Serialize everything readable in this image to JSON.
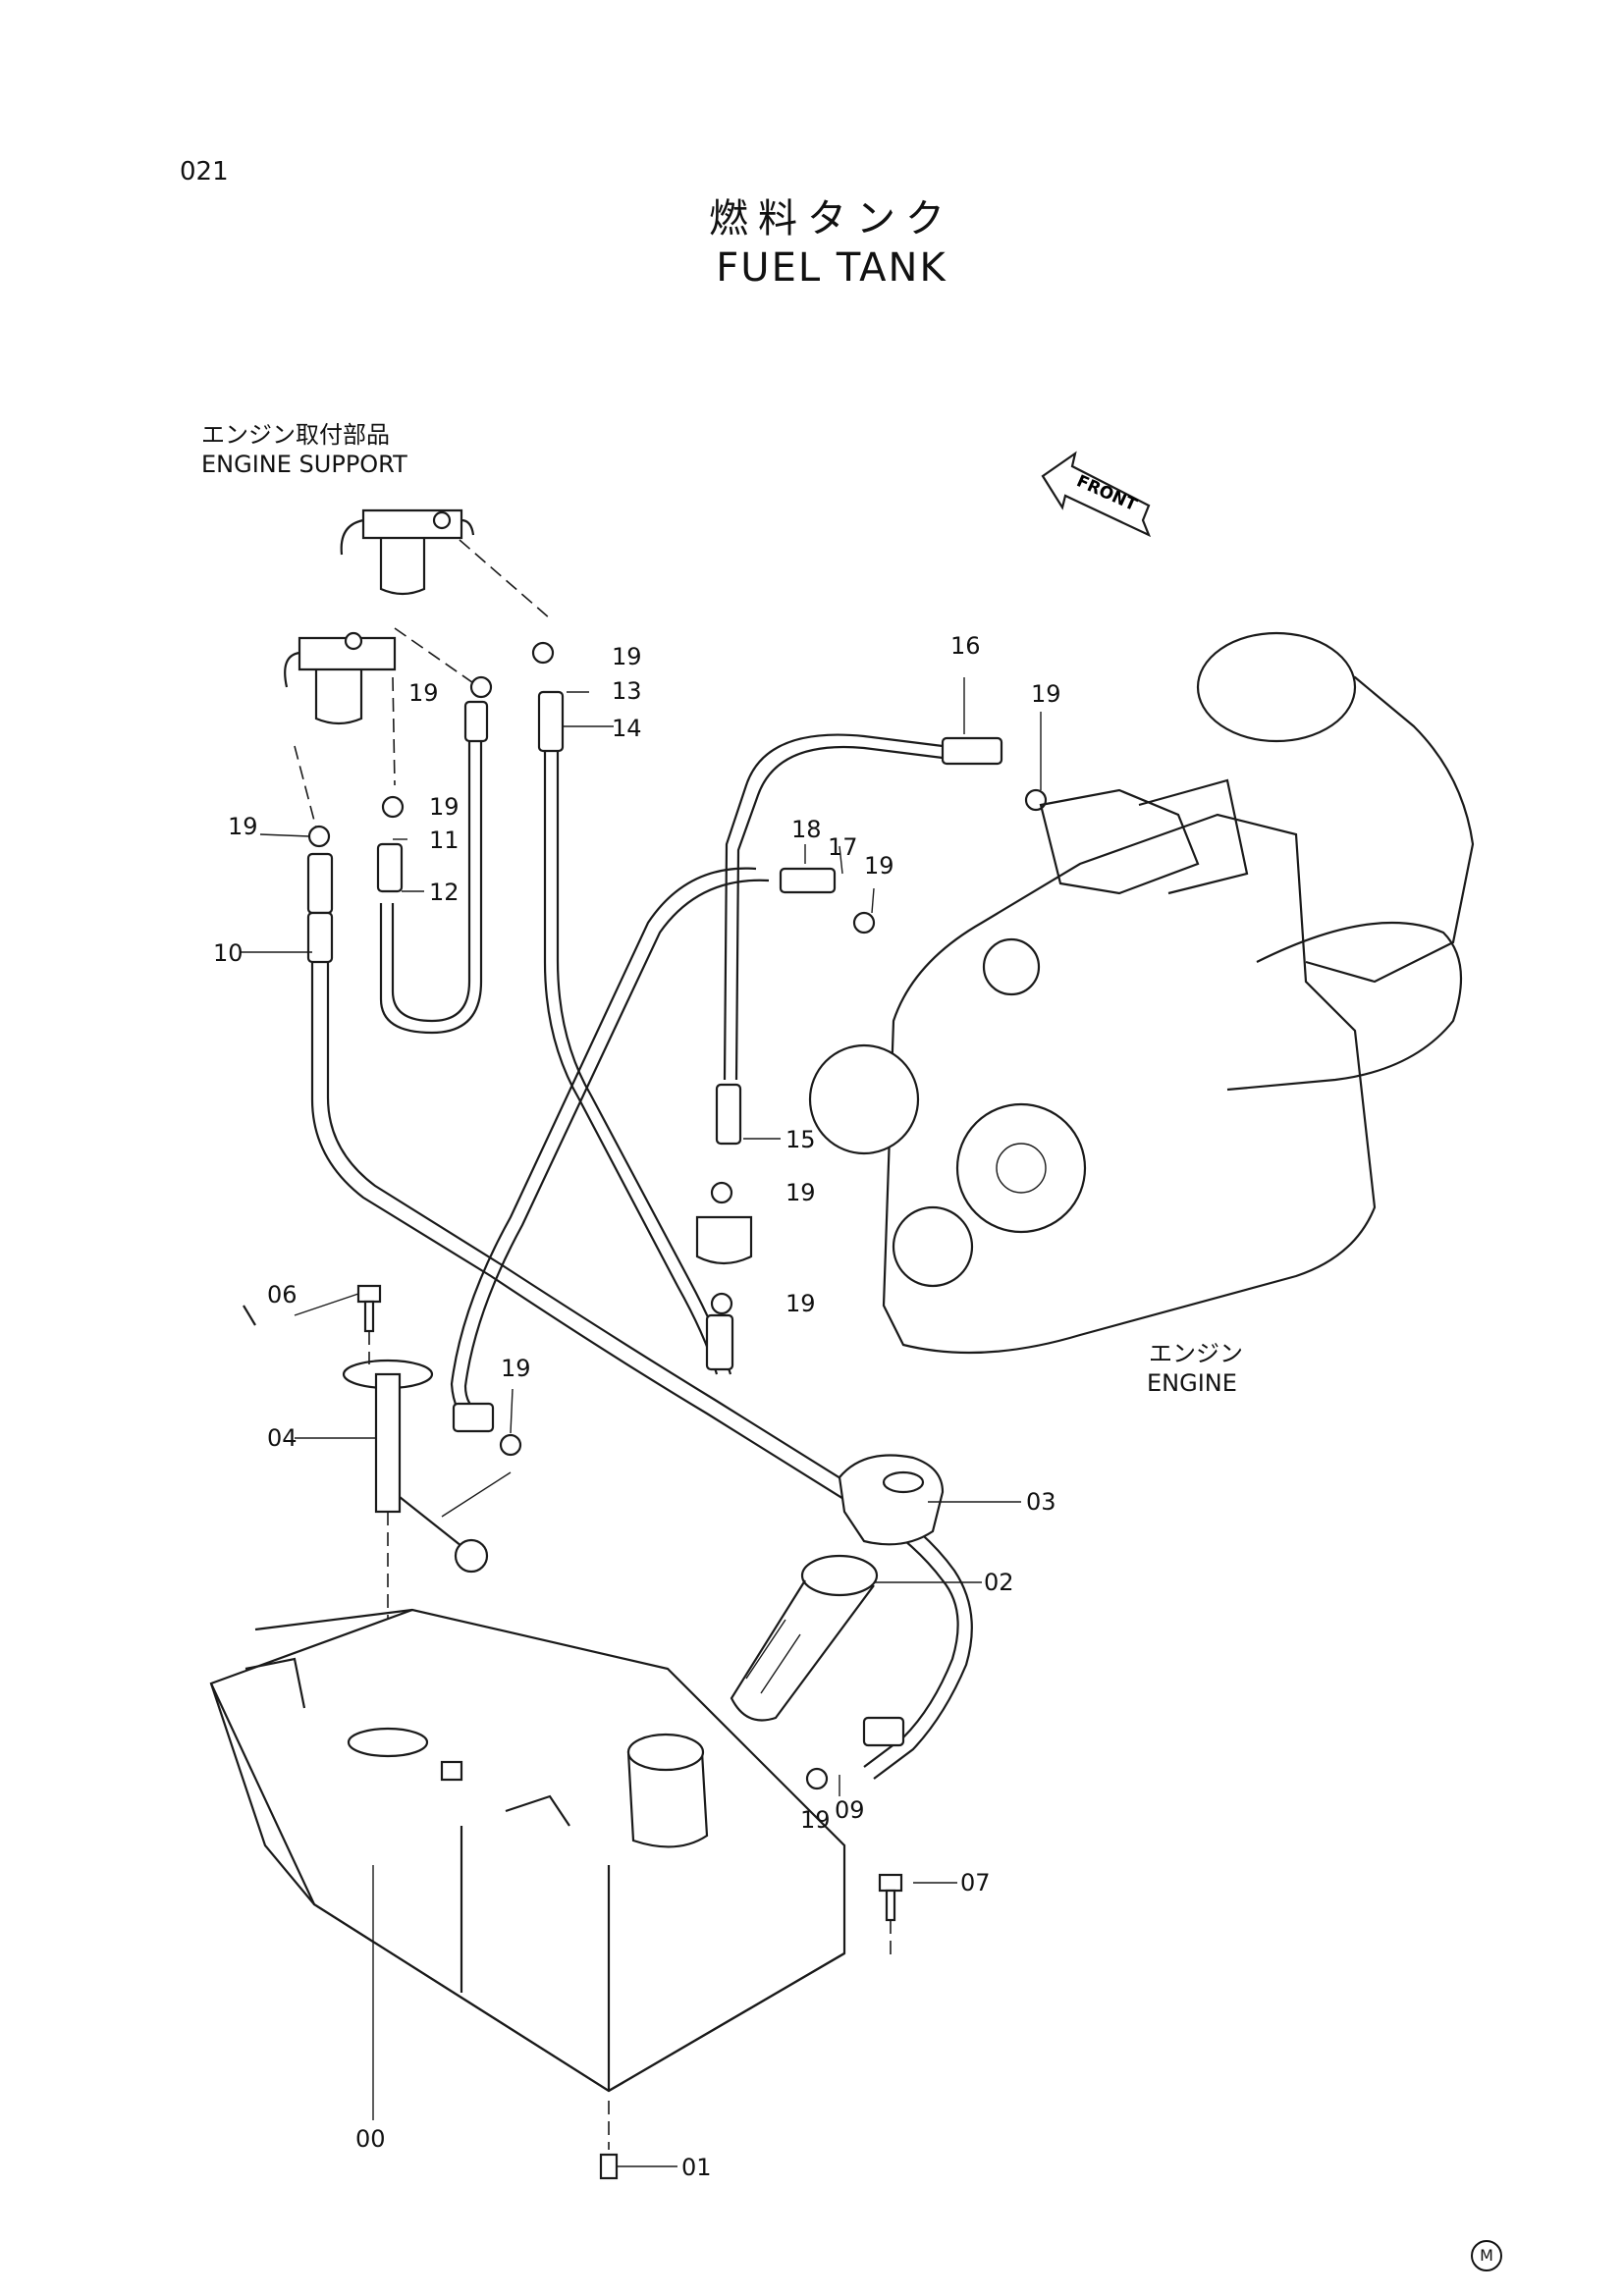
{
  "page_number": "021",
  "title_jp": "燃料タンク",
  "title_en": "FUEL TANK",
  "front_label": "FRONT",
  "engine_support": {
    "jp": "エンジン取付部品",
    "en": "ENGINE SUPPORT"
  },
  "engine": {
    "jp": "エンジン",
    "en": "ENGINE"
  },
  "callouts": {
    "c00": "00",
    "c01": "01",
    "c02": "02",
    "c03": "03",
    "c04": "04",
    "c06": "06",
    "c07": "07",
    "c09": "09",
    "c10": "10",
    "c11": "11",
    "c12": "12",
    "c13": "13",
    "c14": "14",
    "c15": "15",
    "c16": "16",
    "c17": "17",
    "c18": "18",
    "c19": "19"
  },
  "corner_mark": "M"
}
